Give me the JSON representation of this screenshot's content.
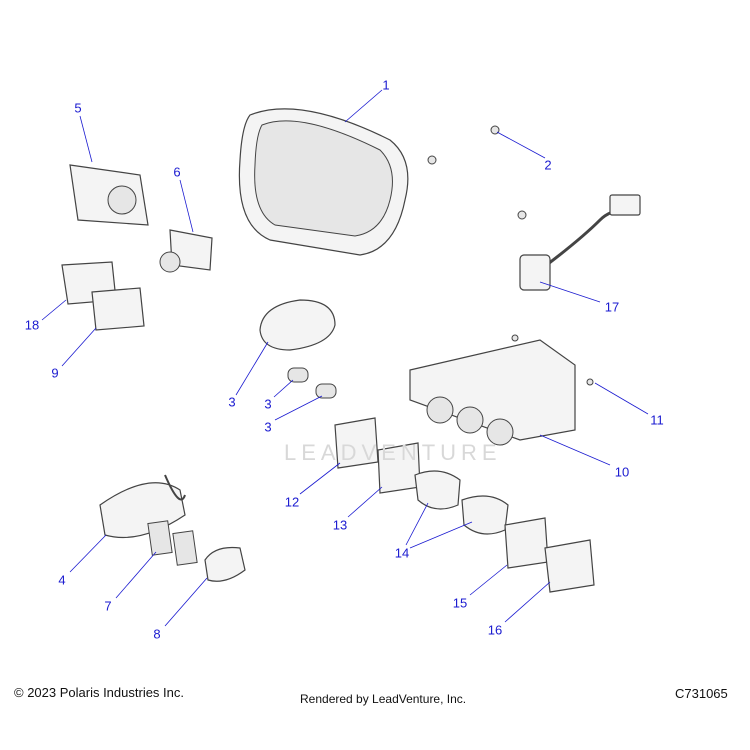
{
  "watermark": "LEADVENTURE",
  "callouts": [
    {
      "id": "c1",
      "label": "1"
    },
    {
      "id": "c2",
      "label": "2"
    },
    {
      "id": "c3a",
      "label": "3"
    },
    {
      "id": "c3b",
      "label": "3"
    },
    {
      "id": "c3c",
      "label": "3"
    },
    {
      "id": "c4",
      "label": "4"
    },
    {
      "id": "c5",
      "label": "5"
    },
    {
      "id": "c6",
      "label": "6"
    },
    {
      "id": "c7",
      "label": "7"
    },
    {
      "id": "c8",
      "label": "8"
    },
    {
      "id": "c9",
      "label": "9"
    },
    {
      "id": "c10",
      "label": "10"
    },
    {
      "id": "c11",
      "label": "11"
    },
    {
      "id": "c12",
      "label": "12"
    },
    {
      "id": "c13",
      "label": "13"
    },
    {
      "id": "c14",
      "label": "14"
    },
    {
      "id": "c15",
      "label": "15"
    },
    {
      "id": "c16",
      "label": "16"
    },
    {
      "id": "c17",
      "label": "17"
    },
    {
      "id": "c18",
      "label": "18"
    }
  ],
  "footer": {
    "copyright": "© 2023 Polaris Industries Inc.",
    "rendered_by": "Rendered by LeadVenture, Inc.",
    "diagram_code": "C731065"
  },
  "colors": {
    "callout": "#1a1ad0"
  }
}
